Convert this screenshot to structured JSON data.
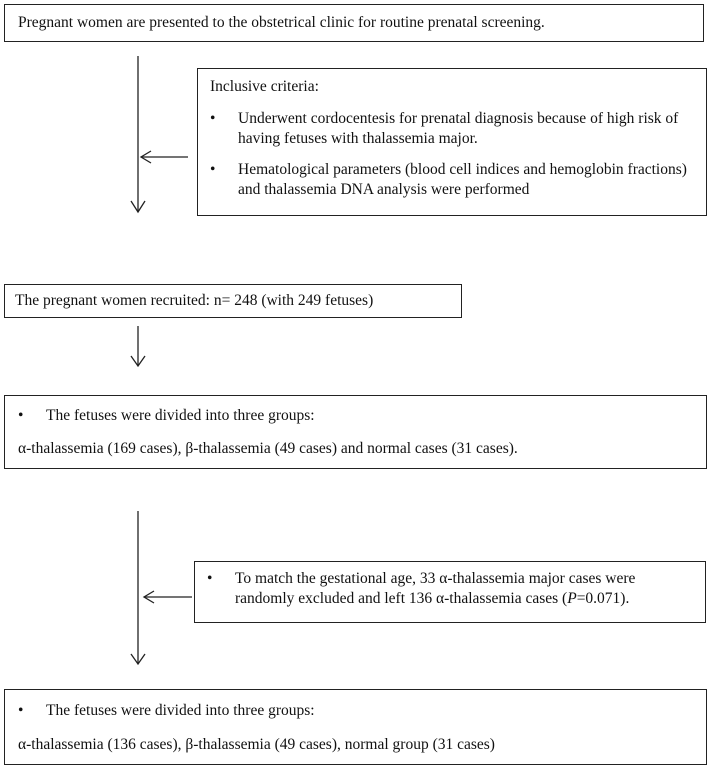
{
  "boxes": {
    "screening": "Pregnant women are presented to the obstetrical clinic for routine prenatal screening.",
    "inclusive": {
      "heading": "Inclusive criteria:",
      "items": [
        "Underwent cordocentesis for prenatal diagnosis because of high risk of having fetuses with thalassemia major.",
        "Hematological parameters (blood cell indices and hemoglobin fractions) and thalassemia DNA analysis were performed"
      ]
    },
    "recruited": "The pregnant women recruited: n= 248 (with 249 fetuses)",
    "groups1": {
      "bullet": "The fetuses were divided into three groups:",
      "detail": "α-thalassemia (169 cases), β-thalassemia (49 cases) and normal cases (31 cases)."
    },
    "exclusion": {
      "text_before": "To match the gestational age, 33 α-thalassemia major cases were randomly excluded and left 136 α-thalassemia cases (",
      "p_symbol": "P",
      "text_after": "=0.071)."
    },
    "groups2": {
      "bullet": "The fetuses were divided into three groups:",
      "detail": "α-thalassemia (136 cases), β-thalassemia (49 cases), normal group (31 cases)"
    }
  },
  "bullet_glyph": "•",
  "colors": {
    "line": "#222222",
    "text": "#111111",
    "background": "#ffffff"
  }
}
